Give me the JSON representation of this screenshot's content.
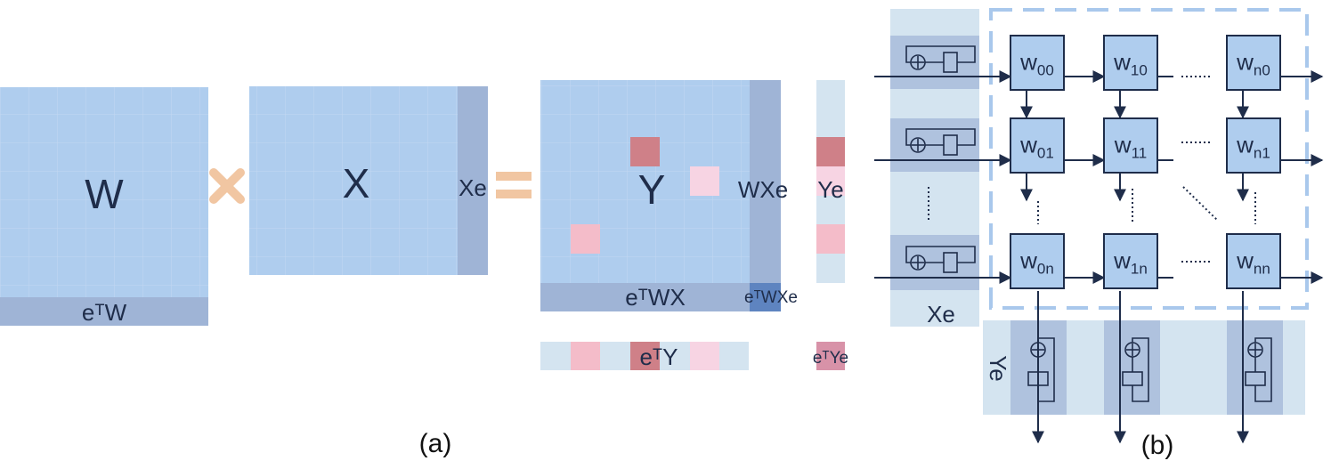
{
  "panel_a": {
    "caption": "(a)",
    "matrix_w": {
      "label": "W",
      "bottom_label": "eᵀW"
    },
    "matrix_x": {
      "label": "X",
      "side_label": "Xe"
    },
    "matrix_y": {
      "label": "Y",
      "side_label": "WXe",
      "bottom_label": "eᵀWX",
      "corner_label": "eᵀWXe"
    },
    "column_vector": {
      "label": "Ye"
    },
    "row_vector": {
      "label": "eᵀY"
    },
    "scalar": {
      "label": "eᵀYe"
    }
  },
  "panel_b": {
    "caption": "(b)",
    "input_column_label": "Xe",
    "output_row_label": "Ye",
    "pe_rows": [
      [
        "00",
        "10",
        "n0"
      ],
      [
        "01",
        "11",
        "n1"
      ],
      [
        "0n",
        "1n",
        "nn"
      ]
    ],
    "pe_prefix": "w"
  },
  "colors": {
    "matrix_fill": "#afcdee",
    "matrix_edge": "#9fb4d6",
    "corner": "#5e84c0",
    "vector_fill": "#d4e4f0",
    "dark_red": "#cf8088",
    "pink": "#f4bcc9",
    "light_pink": "#f7d4e3",
    "ink": "#1f2d4a",
    "dash": "#a9c8ec"
  }
}
